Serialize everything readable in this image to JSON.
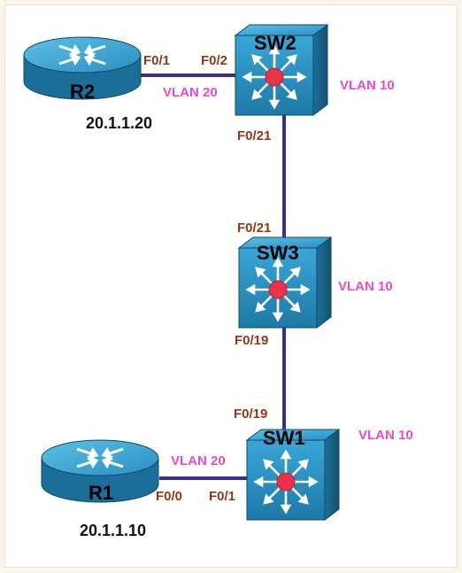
{
  "devices": {
    "r2": {
      "name": "R2",
      "ip": "20.1.1.20"
    },
    "r1": {
      "name": "R1",
      "ip": "20.1.1.10"
    },
    "sw2": {
      "name": "SW2",
      "vlan": "VLAN 10"
    },
    "sw3": {
      "name": "SW3",
      "vlan": "VLAN 10"
    },
    "sw1": {
      "name": "SW1",
      "vlan": "VLAN 10"
    }
  },
  "links": {
    "r2_sw2": {
      "port_a": "F0/1",
      "port_b": "F0/2",
      "vlan": "VLAN 20"
    },
    "sw2_sw3": {
      "port_a": "F0/21",
      "port_b": "F0/21"
    },
    "sw3_sw1": {
      "port_a": "F0/19",
      "port_b": "F0/19"
    },
    "r1_sw1": {
      "port_a": "F0/0",
      "port_b": "F0/1",
      "vlan": "VLAN 20"
    }
  },
  "colors": {
    "port_label": "#8b3a1a",
    "vlan_label": "#e84ac8",
    "link": "#3a2f8f",
    "device_blue": "#2a8fc0",
    "switch_center": "#e8334a"
  }
}
